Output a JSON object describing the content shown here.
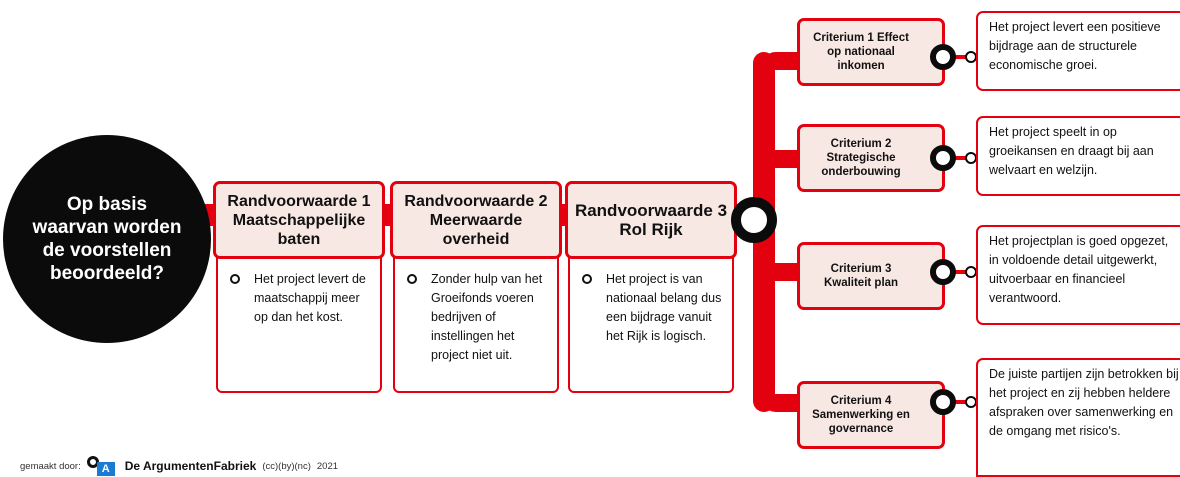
{
  "central_question": "Op basis waarvan worden de voorstellen beoordeeld?",
  "randvoorwaarden": [
    {
      "title": "Randvoorwaarde 1 Maatschappelijke baten",
      "text": "Het project levert de maatschappij meer op dan het kost."
    },
    {
      "title": "Randvoorwaarde 2 Meerwaarde overheid",
      "text": "Zonder hulp van het Groeifonds voeren bedrijven of instellingen het project niet uit."
    },
    {
      "title": "Randvoorwaarde 3 Rol Rijk",
      "text": "Het project is van nationaal belang dus een bijdrage vanuit het Rijk is logisch."
    }
  ],
  "criteria": [
    {
      "title": "Criterium 1 Effect op nationaal inkomen",
      "text": "Het project levert een positieve bijdrage aan de structurele economische groei."
    },
    {
      "title": "Criterium 2 Strategische onderbouwing",
      "text": "Het project speelt in op groeikansen en draagt bij aan welvaart en welzijn."
    },
    {
      "title": "Criterium 3 Kwaliteit plan",
      "text": "Het projectplan is goed opgezet, in voldoende detail uitgewerkt, uitvoerbaar en financieel verantwoord."
    },
    {
      "title": "Criterium 4 Samenwerking en governance",
      "text": "De juiste partijen zijn betrokken bij het project en zij hebben heldere afspraken over samenwerking en de omgang met risico's."
    }
  ],
  "footer": {
    "made_by": "gemaakt door:",
    "brand": "De ArgumentenFabriek",
    "license": "(cc)(by)(nc)",
    "year": "2021"
  },
  "colors": {
    "accent": "#e3000f",
    "box_fill": "#f8e8e4",
    "dark": "#0b0b0b"
  }
}
